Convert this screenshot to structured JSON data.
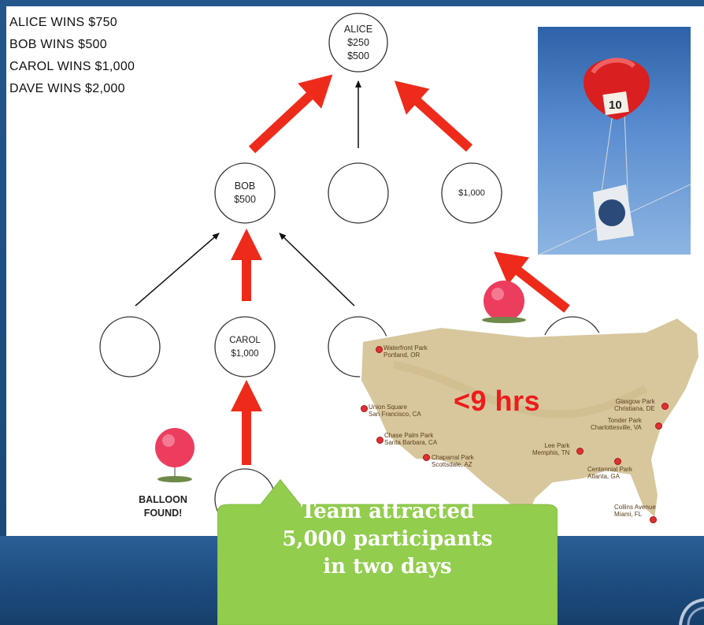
{
  "winnings": [
    "ALICE  WINS $750",
    "BOB  WINS $500",
    "CAROL  WINS $1,000",
    "DAVE  WINS $2,000"
  ],
  "tree": {
    "root": {
      "lines": [
        "ALICE",
        "$250",
        "$500"
      ]
    },
    "level2": [
      {
        "lines": [
          "BOB",
          "$500"
        ]
      },
      {
        "lines": []
      },
      {
        "lines": [
          "$1,000"
        ]
      }
    ],
    "level3": [
      {
        "lines": []
      },
      {
        "lines": [
          "CAROL",
          "$1,000"
        ]
      },
      {
        "lines": []
      },
      {
        "lines": []
      }
    ],
    "found_label": [
      "BALLOON",
      "FOUND!"
    ]
  },
  "balloon_photo": {
    "number": "10"
  },
  "map": {
    "headline": "<9 hrs",
    "locations": [
      {
        "name": "Waterfront Park",
        "place": "Portland, OR"
      },
      {
        "name": "Union Square",
        "place": "San Francisco, CA"
      },
      {
        "name": "Chase Palm Park",
        "place": "Santa Barbara, CA"
      },
      {
        "name": "Chaparral Park",
        "place": "Scottsdale, AZ"
      },
      {
        "name": "Lee Park",
        "place": "Memphis, TN"
      },
      {
        "name": "Glasgow Park",
        "place": "Christiana, DE"
      },
      {
        "name": "Tonder Park",
        "place": "Charlottesville, VA"
      },
      {
        "name": "Centennial Park",
        "place": "Atlanta, GA"
      },
      {
        "name": "Collins Avenue",
        "place": "Miami, FL"
      }
    ]
  },
  "callout": {
    "line1": "Team attracted",
    "line2": "5,000 participants",
    "line3": "in two days"
  },
  "colors": {
    "arrow_red": "#ee2b1b",
    "callout_green": "#92cd4e",
    "background_blue": "#1f4d7e"
  }
}
